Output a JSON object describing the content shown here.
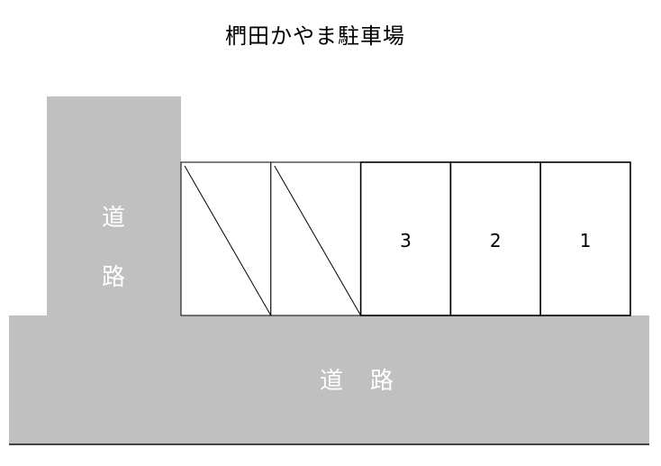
{
  "title": "椚田かやま駐車場",
  "roads": {
    "vertical_label_1": "道",
    "vertical_label_2": "路",
    "horizontal_label": "道路"
  },
  "spaces": [
    {
      "label": "",
      "unavailable": true
    },
    {
      "label": "",
      "unavailable": true
    },
    {
      "label": "3",
      "unavailable": false
    },
    {
      "label": "2",
      "unavailable": false
    },
    {
      "label": "1",
      "unavailable": false
    }
  ]
}
